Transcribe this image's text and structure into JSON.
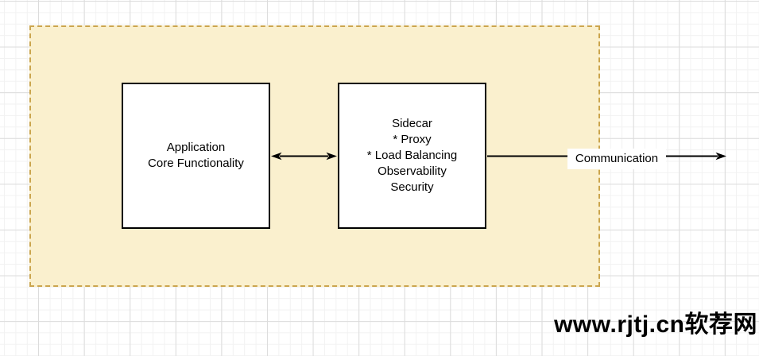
{
  "colors": {
    "container_fill": "#FAF0CE",
    "container_border": "#CBA54E",
    "node_fill": "#FFFFFF",
    "node_border": "#000000",
    "arrow_color": "#000000",
    "text_color": "#000000",
    "grid_minor": "#F2F2F2",
    "grid_major": "#DCDCDC",
    "label_bg": "#FFFFFF"
  },
  "nodes": {
    "application": {
      "lines": [
        "Application",
        "Core Functionality"
      ]
    },
    "sidecar": {
      "lines": [
        "Sidecar",
        "* Proxy",
        "* Load Balancing",
        "Observability",
        "Security"
      ]
    }
  },
  "edges": {
    "app_sidecar": {
      "type": "bidirectional"
    },
    "communication": {
      "label": "Communication"
    }
  },
  "watermark": {
    "text": "www.rjtj.cn软荐网"
  }
}
